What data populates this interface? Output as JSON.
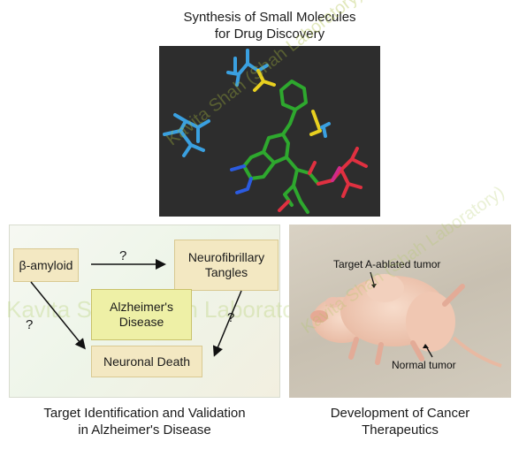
{
  "top": {
    "title_line1": "Synthesis of Small Molecules",
    "title_line2": "for Drug Discovery",
    "watermark": "Kavita Shah (Shah Laboratory)"
  },
  "alzheimers": {
    "node_amyloid": "β-amyloid",
    "node_tangles_line1": "Neurofibrillary",
    "node_tangles_line2": "Tangles",
    "node_disease_line1": "Alzheimer's",
    "node_disease_line2": "Disease",
    "node_death": "Neuronal Death",
    "question_mark": "?",
    "watermark": "Kavita Shah (Shah Laboratory)",
    "caption_line1": "Target Identification and Validation",
    "caption_line2": "in Alzheimer's Disease"
  },
  "cancer": {
    "label_ablated": "Target A-ablated tumor",
    "label_normal": "Normal tumor",
    "watermark": "Kavita Shah (Shah Laboratory)",
    "caption_line1": "Development of Cancer",
    "caption_line2": "Therapeutics"
  },
  "colors": {
    "molecule_bg": "#2d2d2d",
    "blue": "#3aa0e0",
    "yellow": "#e8d020",
    "green": "#2ea82e",
    "red": "#e03040",
    "magenta": "#d02a8a",
    "scroll": "#f3e8c2",
    "disease_box": "#eef0a6"
  }
}
